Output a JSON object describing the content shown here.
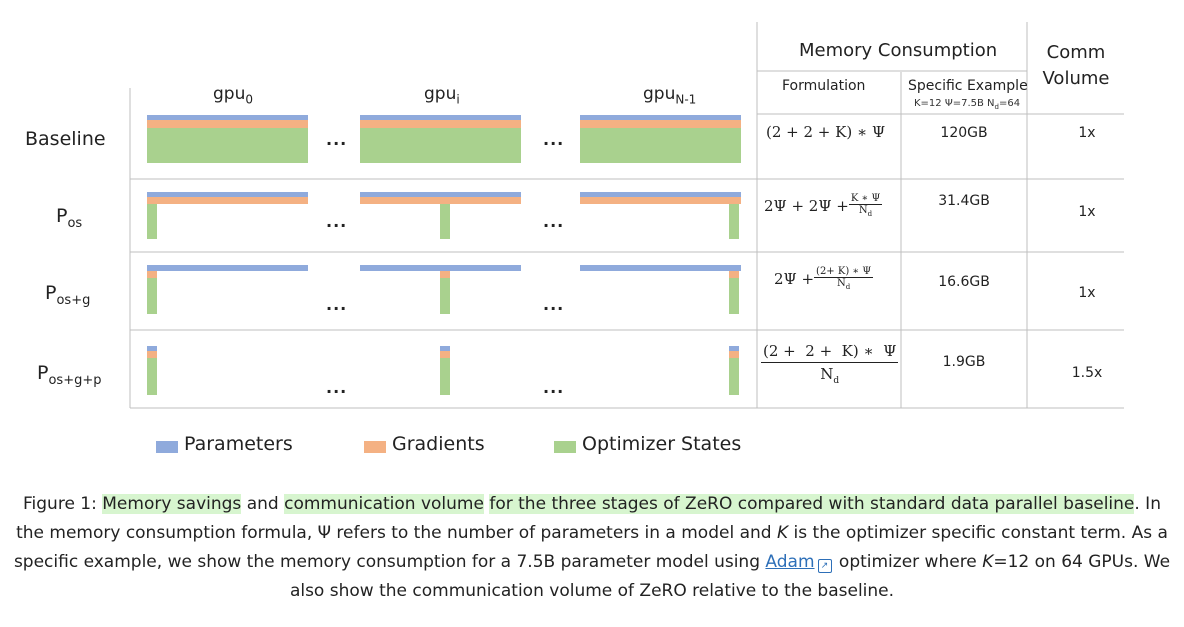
{
  "colors": {
    "parameters": "#8faadc",
    "gradients": "#f4b183",
    "optimizer": "#a9d18e",
    "grid": "#bfbfbf"
  },
  "header": {
    "memory_consumption": "Memory Consumption",
    "comm_volume_1": "Comm",
    "comm_volume_2": "Volume",
    "formulation": "Formulation",
    "specific_example": "Specific Example",
    "example_params": "K=12 Ψ=7.5B N",
    "example_params_sub": "d",
    "example_params_tail": "=64"
  },
  "gpus": [
    {
      "base": "gpu",
      "sub": "0"
    },
    {
      "base": "gpu",
      "sub": "i"
    },
    {
      "base": "gpu",
      "sub": "N-1"
    }
  ],
  "dots": "...",
  "rows": [
    {
      "label": "Baseline",
      "label_sub": "",
      "formula": "(2 + 2 + K) ∗ Ψ",
      "example": "120GB",
      "comm": "1x"
    },
    {
      "label": "P",
      "label_sub": "os",
      "formula": "2Ψ + 2Ψ + ",
      "formula_num": "K ∗ Ψ",
      "formula_den": "N",
      "formula_den_sub": "d",
      "example": "31.4GB",
      "comm": "1x"
    },
    {
      "label": "P",
      "label_sub": "os+g",
      "formula": "2Ψ + ",
      "formula_num": "(2+ K) ∗ Ψ",
      "formula_den": "N",
      "formula_den_sub": "d",
      "example": "16.6GB",
      "comm": "1x"
    },
    {
      "label": "P",
      "label_sub": "os+g+p",
      "formula_num": "(2 +  2 +  K) ∗  Ψ",
      "formula_den": "N",
      "formula_den_sub": "d",
      "example": "1.9GB",
      "comm": "1.5x"
    }
  ],
  "legend": [
    {
      "label": "Parameters"
    },
    {
      "label": "Gradients"
    },
    {
      "label": "Optimizer States"
    }
  ],
  "caption": {
    "p1": "Figure 1: ",
    "h1": "Memory savings",
    "p2": " and ",
    "h2": "communication volume",
    "p3": " ",
    "h3": "for the three stages of ZeRO compared with standard data parallel baseline",
    "p4": ". In the memory consumption formula, Ψ refers to the number of parameters in a model and ",
    "k1": "K",
    "p5": " is the optimizer specific constant term. As a specific example, we show the memory consumption for a 7.5B parameter model using ",
    "link": "Adam",
    "ext_icon": "↗",
    "p6": " optimizer where ",
    "k2": "K",
    "p7": "=12 on 64 GPUs. We also show the communication volume of ZeRO relative to the baseline."
  }
}
